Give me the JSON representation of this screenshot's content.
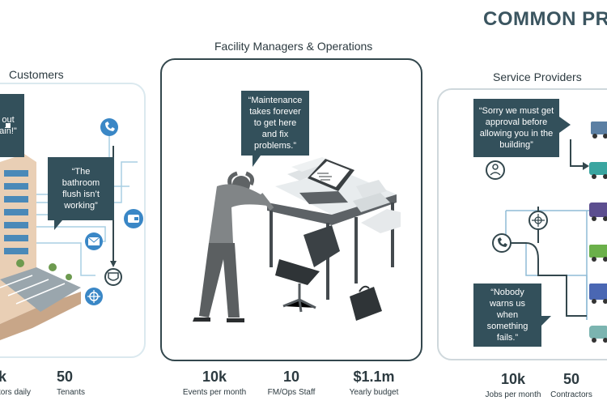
{
  "title": "COMMON PR",
  "customers": {
    "heading": "Customers",
    "quotes": [
      "out\nain!\"",
      "“The bathroom flush isn’t working”"
    ],
    "stats": [
      {
        "value": "k",
        "label": "tors daily"
      },
      {
        "value": "50",
        "label": "Tenants"
      }
    ]
  },
  "facility": {
    "heading": "Facility Managers & Operations",
    "quote": "“Maintenance takes forever to get here and fix problems.”",
    "stats": [
      {
        "value": "10k",
        "label": "Events per month"
      },
      {
        "value": "10",
        "label": "FM/Ops Staff"
      },
      {
        "value": "$1.1m",
        "label": "Yearly budget"
      }
    ]
  },
  "providers": {
    "heading": "Service Providers",
    "quotes": [
      "“Sorry we must get approval before allowing you in the building”",
      "“Nobody warns us when something fails.”"
    ],
    "stats": [
      {
        "value": "10k",
        "label": "Jobs per month"
      },
      {
        "value": "50",
        "label": "Contractors"
      }
    ]
  },
  "icons": [
    "phone-icon",
    "wallet-icon",
    "mail-icon",
    "target-icon",
    "shield-icon",
    "user-icon"
  ],
  "colors": {
    "accent": "#3a87c6",
    "dark": "#33505b",
    "panel_border": "#33474d"
  }
}
